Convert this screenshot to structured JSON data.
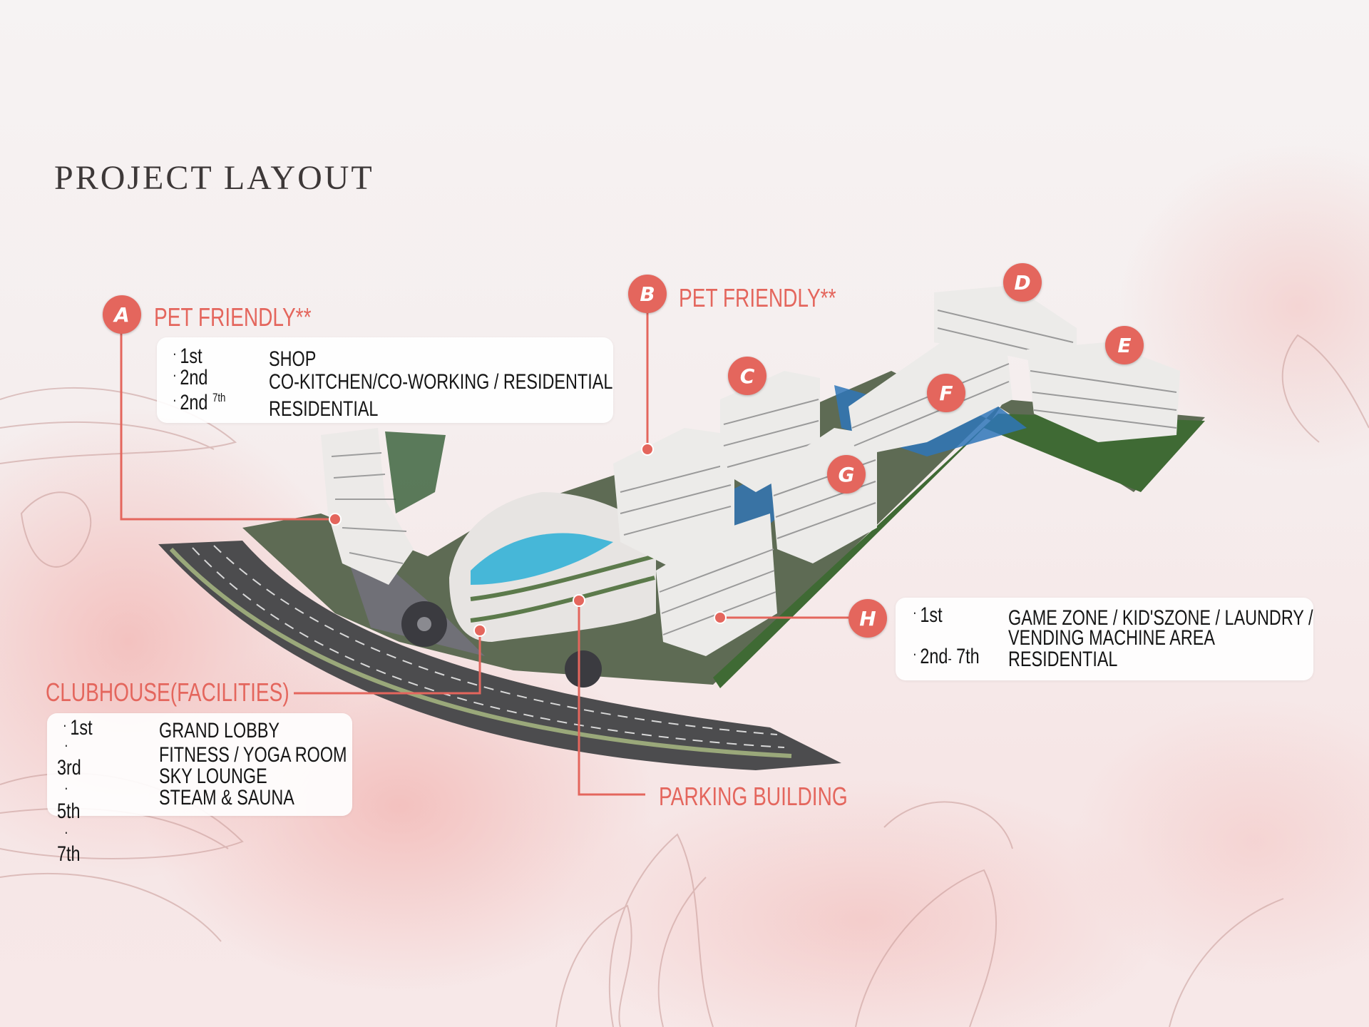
{
  "title": "PROJECT LAYOUT",
  "colors": {
    "accent": "#e4665d",
    "text": "#151515",
    "title": "#3d3838"
  },
  "building_a": {
    "badge": "A",
    "heading": "PET FRIENDLY**",
    "floors": [
      "1st",
      "2nd",
      "2nd",
      "7th"
    ],
    "uses": [
      "SHOP",
      "CO-KITCHEN/CO-WORKING / RESIDENTIAL",
      "RESIDENTIAL"
    ]
  },
  "building_b": {
    "badge": "B",
    "heading": "PET FRIENDLY**"
  },
  "building_c": {
    "badge": "C"
  },
  "building_d": {
    "badge": "D"
  },
  "building_e": {
    "badge": "E"
  },
  "building_f": {
    "badge": "F"
  },
  "building_g": {
    "badge": "G"
  },
  "building_h": {
    "badge": "H",
    "floors": [
      "1st",
      "2nd",
      "7th"
    ],
    "uses": [
      "GAME ZONE / KID'SZONE / LAUNDRY /",
      "VENDING MACHINE AREA",
      "RESIDENTIAL"
    ]
  },
  "clubhouse": {
    "heading": "CLUBHOUSE(FACILITIES)",
    "floors": [
      "1st",
      "3rd",
      "5th",
      "7th"
    ],
    "uses": [
      "GRAND LOBBY",
      "FITNESS / YOGA ROOM",
      "SKY LOUNGE",
      "STEAM & SAUNA"
    ]
  },
  "parking": {
    "heading": "PARKING BUILDING"
  }
}
